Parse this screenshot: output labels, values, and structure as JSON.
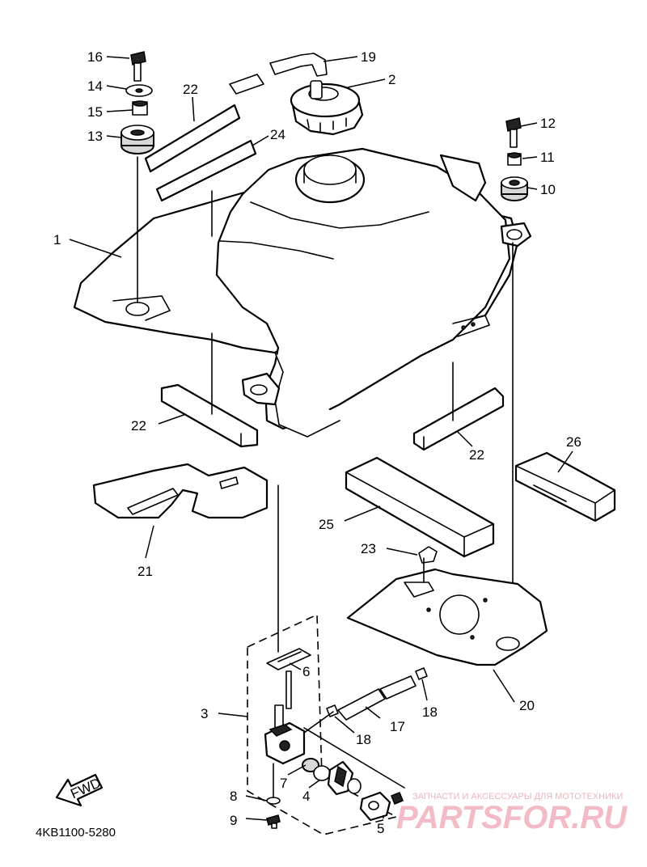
{
  "diagram": {
    "callouts": [
      {
        "id": "c1",
        "label": "1"
      },
      {
        "id": "c2",
        "label": "2"
      },
      {
        "id": "c3",
        "label": "3"
      },
      {
        "id": "c4",
        "label": "4"
      },
      {
        "id": "c5",
        "label": "5"
      },
      {
        "id": "c6",
        "label": "6"
      },
      {
        "id": "c7",
        "label": "7"
      },
      {
        "id": "c8",
        "label": "8"
      },
      {
        "id": "c9",
        "label": "9"
      },
      {
        "id": "c10",
        "label": "10"
      },
      {
        "id": "c11",
        "label": "11"
      },
      {
        "id": "c12",
        "label": "12"
      },
      {
        "id": "c13",
        "label": "13"
      },
      {
        "id": "c14",
        "label": "14"
      },
      {
        "id": "c15",
        "label": "15"
      },
      {
        "id": "c16",
        "label": "16"
      },
      {
        "id": "c17",
        "label": "17"
      },
      {
        "id": "c18a",
        "label": "18"
      },
      {
        "id": "c18b",
        "label": "18"
      },
      {
        "id": "c19",
        "label": "19"
      },
      {
        "id": "c20",
        "label": "20"
      },
      {
        "id": "c21",
        "label": "21"
      },
      {
        "id": "c22a",
        "label": "22"
      },
      {
        "id": "c22b",
        "label": "22"
      },
      {
        "id": "c22c",
        "label": "22"
      },
      {
        "id": "c23",
        "label": "23"
      },
      {
        "id": "c24",
        "label": "24"
      },
      {
        "id": "c25",
        "label": "25"
      },
      {
        "id": "c26",
        "label": "26"
      }
    ],
    "direction_label": "FWD",
    "part_code": "4KB1100-5280"
  },
  "watermark": {
    "tagline": "ЗАПЧАСТИ И АКСЕССУАРЫ ДЛЯ МОТОТЕХНИКИ",
    "brand": "PARTSFOR.RU"
  }
}
